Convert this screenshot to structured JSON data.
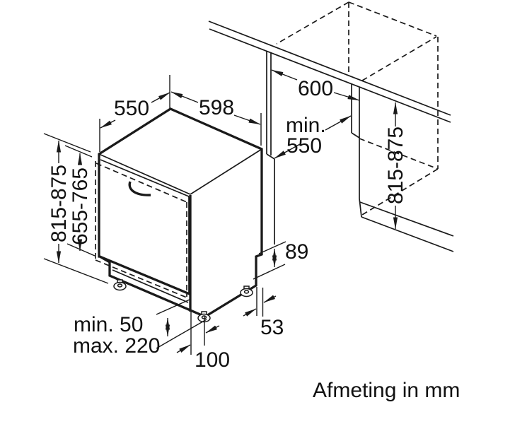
{
  "diagram": {
    "caption": "Afmeting in mm",
    "colors": {
      "line": "#1a1a1a",
      "background": "#ffffff"
    },
    "dimensions": {
      "top_width": "550",
      "top_depth": "598",
      "niche_width": "600",
      "niche_depth_line1": "min.",
      "niche_depth_line2": "550",
      "overall_height_left": "815-875",
      "door_panel_height": "655-765",
      "niche_height_right": "815-875",
      "rear_clearance_height": "89",
      "rear_clearance_depth": "53",
      "front_foot_setback": "100",
      "plinth_min": "min. 50",
      "plinth_max": "max. 220"
    }
  }
}
